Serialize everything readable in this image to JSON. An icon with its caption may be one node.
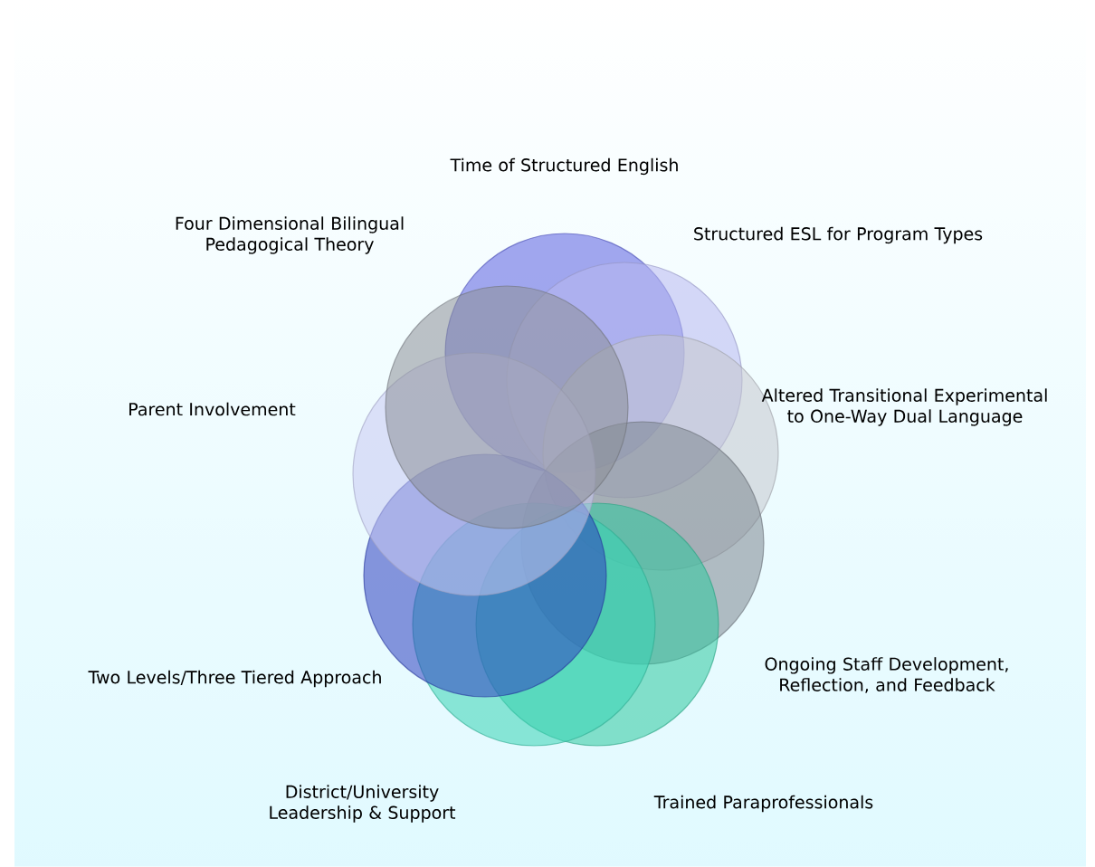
{
  "diagram": {
    "nodes": [
      {
        "text": [],
        "shape": "circle",
        "beside": [
          "Time of Structured English"
        ]
      },
      {
        "text": [],
        "shape": "circle",
        "beside": [
          "Structured ESL for Program Types"
        ]
      },
      {
        "text": [],
        "shape": "circle",
        "beside": [
          "Altered Transitional Experimental to One-Way Dual Language"
        ]
      },
      {
        "text": [],
        "shape": "circle",
        "beside": [
          "Ongoing Staff Development, Reflection, and Feedback"
        ]
      },
      {
        "text": [],
        "shape": "circle",
        "beside": [
          "Trained Paraprofessionals"
        ]
      },
      {
        "text": [],
        "shape": "circle",
        "beside": [
          "District/University Leadership & Support"
        ]
      },
      {
        "text": [],
        "shape": "circle",
        "beside": [
          "Two Levels/Three Tiered Approach"
        ]
      },
      {
        "text": [],
        "shape": "circle",
        "beside": [
          "Parent Involvement"
        ]
      },
      {
        "text": [],
        "shape": "circle",
        "beside": [
          "Four Dimensional Bilingual Pedagogical Theory"
        ]
      }
    ]
  }
}
